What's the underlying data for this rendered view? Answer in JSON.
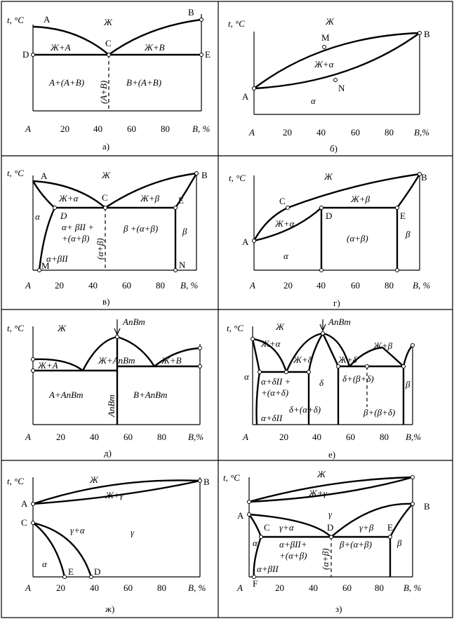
{
  "common": {
    "y_axis": "t, °C",
    "liquid": "Ж",
    "ticks": [
      "20",
      "40",
      "60",
      "80"
    ],
    "x_origin": "A",
    "x_end": "B, %",
    "x_end_alt": "B,%"
  },
  "panels": {
    "a": {
      "caption": "а)",
      "points": {
        "A": "A",
        "B": "B",
        "C": "C",
        "D": "D",
        "E": "E"
      },
      "fields": {
        "l_a": "Ж+А",
        "l_b": "Ж+В",
        "left": "А+(А+В)",
        "right": "В+(А+В)",
        "eut": "(А+В)"
      }
    },
    "b": {
      "caption": "б)",
      "points": {
        "A": "A",
        "B": "B",
        "M": "M",
        "N": "N"
      },
      "fields": {
        "two": "Ж+α",
        "solid": "α"
      }
    },
    "v": {
      "caption": "в)",
      "points": {
        "A": "A",
        "B": "B",
        "C": "C",
        "D": "D",
        "E": "E",
        "M": "M",
        "N": "N"
      },
      "fields": {
        "l_a": "Ж+α",
        "l_b": "Ж+β",
        "alpha": "α",
        "hypo1": "α+ βII +",
        "hypo2": "+(α+β)",
        "eut": "(α+β)",
        "hyper": "β +(α+β)",
        "beta": "β",
        "sec": "α+βII"
      }
    },
    "g": {
      "caption": "г)",
      "points": {
        "A": "A",
        "B": "B",
        "C": "C",
        "D": "D",
        "E": "E"
      },
      "fields": {
        "l_a": "Ж+α",
        "l_b": "Ж+β",
        "alpha": "α",
        "mix": "(α+β)",
        "beta": "β"
      }
    },
    "d": {
      "caption": "д)",
      "compound": "AnBm",
      "fields": {
        "l_a": "Ж+А",
        "l_c": "Ж+AnBm",
        "l_b": "Ж+В",
        "left": "А+AnBm",
        "mid": "AnBm",
        "right": "В+AnBm"
      }
    },
    "e": {
      "caption": "е)",
      "compound": "AnBm",
      "fields": {
        "l_a": "Ж+α",
        "l_d1": "Ж+δ",
        "l_d2": "Ж+δ",
        "l_b": "Ж+β",
        "alpha": "α",
        "c1": "α+δII +",
        "c2": "+(α+δ)",
        "delta": "δ",
        "c3": "δ+(α+δ)",
        "c4": "δ+(β+δ)",
        "c5": "β+(β+δ)",
        "beta": "β",
        "c6": "α+δII"
      }
    },
    "zh": {
      "caption": "ж)",
      "points": {
        "A": "A",
        "B": "B",
        "C": "C",
        "D": "D",
        "E": "E"
      },
      "fields": {
        "two": "Ж+γ",
        "ga": "γ+α",
        "gamma": "γ",
        "alpha": "α"
      }
    },
    "z": {
      "caption": "з)",
      "points": {
        "A": "A",
        "B": "B",
        "C": "C",
        "D": "D",
        "E": "E",
        "F": "F"
      },
      "fields": {
        "two": "Ж+γ",
        "gamma": "γ",
        "ga": "γ+α",
        "gb": "γ+β",
        "alpha": "α",
        "beta": "β",
        "m1": "α+βII+",
        "m2": "+(α+β)",
        "eut": "(α+β)",
        "right": "β+(α+β)",
        "sec": "α+βII"
      }
    }
  }
}
